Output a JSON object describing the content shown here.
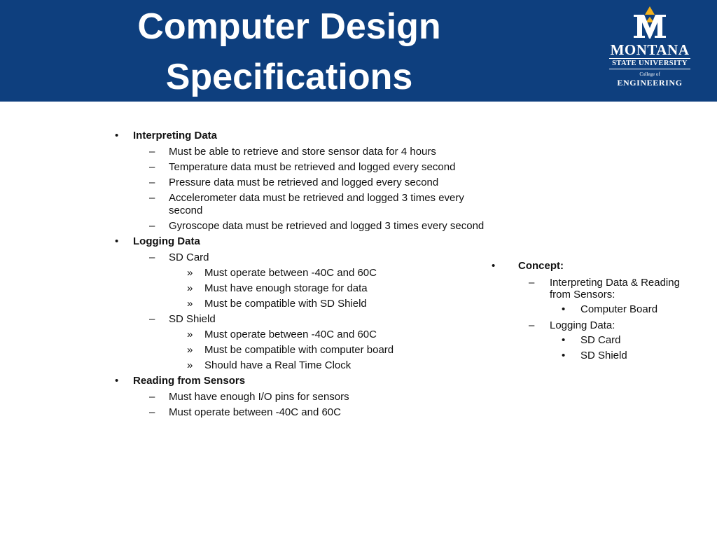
{
  "header": {
    "title_line1": "Computer Design",
    "title_line2": "Specifications",
    "background_color": "#0e3f7e",
    "logo": {
      "icon": "montana-m-logo-icon",
      "line1": "MONTANA",
      "line2": "STATE UNIVERSITY",
      "line3": "College of",
      "line4": "ENGINEERING"
    }
  },
  "markers": {
    "bullet": "•",
    "dash": "–",
    "chevron": "»"
  },
  "main": {
    "sections": [
      {
        "heading": "Interpreting Data",
        "items": [
          {
            "text": "Must be able to retrieve and store sensor data for 4 hours"
          },
          {
            "text": "Temperature data must be retrieved and logged every second"
          },
          {
            "text": "Pressure data must be retrieved and logged every second"
          },
          {
            "text": "Accelerometer data must be retrieved and logged 3 times every second"
          },
          {
            "text": "Gyroscope data must be retrieved and logged 3 times every second"
          }
        ]
      },
      {
        "heading": "Logging Data",
        "items": [
          {
            "text": "SD Card",
            "subitems": [
              "Must operate between -40C and 60C",
              "Must have enough storage for data",
              "Must be compatible with SD Shield"
            ]
          },
          {
            "text": "SD Shield",
            "subitems": [
              "Must operate between -40C and 60C",
              "Must be compatible with computer board",
              "Should have a Real Time Clock"
            ]
          }
        ]
      },
      {
        "heading": "Reading from Sensors",
        "items": [
          {
            "text": "Must have enough I/O pins for sensors"
          },
          {
            "text": "Must operate between -40C and 60C"
          }
        ]
      }
    ]
  },
  "sidebar": {
    "heading": "Concept:",
    "items": [
      {
        "text": "Interpreting Data & Reading from Sensors:",
        "subitems": [
          "Computer Board"
        ]
      },
      {
        "text": "Logging Data:",
        "subitems": [
          "SD Card",
          "SD Shield"
        ]
      }
    ]
  }
}
